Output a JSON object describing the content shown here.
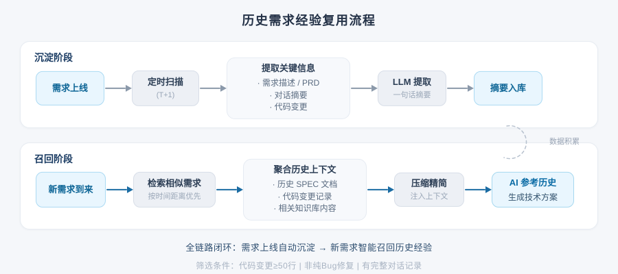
{
  "title": "历史需求经验复用流程",
  "sections": [
    {
      "label": "沉淀阶段",
      "arrow_color": "#8b99aa",
      "nodes": [
        {
          "title": "需求上线"
        },
        {
          "title": "定时扫描",
          "subtitle": "(T+1)"
        },
        {
          "title": "提取关键信息",
          "bullets": [
            "· 需求描述 / PRD",
            "· 对话摘要",
            "· 代码变更"
          ]
        },
        {
          "title": "LLM 提取",
          "subtitle": "一句话摘要"
        },
        {
          "title": "摘要入库"
        }
      ]
    },
    {
      "label": "召回阶段",
      "arrow_color": "#1b6ca3",
      "nodes": [
        {
          "title": "新需求到来"
        },
        {
          "title": "检索相似需求",
          "subtitle": "按时间距离优先"
        },
        {
          "title": "聚合历史上下文",
          "bullets": [
            "· 历史 SPEC 文档",
            "· 代码变更记录",
            "· 相关知识库内容"
          ]
        },
        {
          "title": "压缩精简",
          "subtitle": "注入上下文"
        },
        {
          "title": "AI 参考历史",
          "subtitle": "生成技术方案"
        }
      ]
    }
  ],
  "connector": {
    "label": "数据积累"
  },
  "footer": {
    "line1": "全链路闭环：需求上线自动沉淀 → 新需求智能召回历史经验",
    "line2": "筛选条件：代码变更≥50行 | 非纯Bug修复 | 有完整对话记录"
  },
  "colors": {
    "page_bg": "#f5f7fa",
    "card_bg": "#ffffff",
    "card_border": "#e7ecf2",
    "blue_node_bg": "#e9f6fe",
    "blue_node_border": "#abdaf3",
    "blue_node_text": "#0d6596",
    "gray_node_bg": "#edf0f5",
    "gray_node_border": "#d8dee8",
    "light_node_bg": "#f7f9fc",
    "light_node_border": "#e6ebf2",
    "title_text": "#243247",
    "section_label_text": "#1b3c63",
    "node_title_text": "#2c3e55",
    "node_subtitle_text": "#9aa7b8",
    "bullet_text": "#5a6b80",
    "arrow_gray": "#8b99aa",
    "arrow_blue": "#1b6ca3",
    "ai_node_subtitle_text": "#33536e",
    "connector_line": "#b7c1ce",
    "connector_label_text": "#9aa5b5",
    "footer_primary_text": "#2e4e6f",
    "footer_secondary_text": "#a8b3c2"
  }
}
